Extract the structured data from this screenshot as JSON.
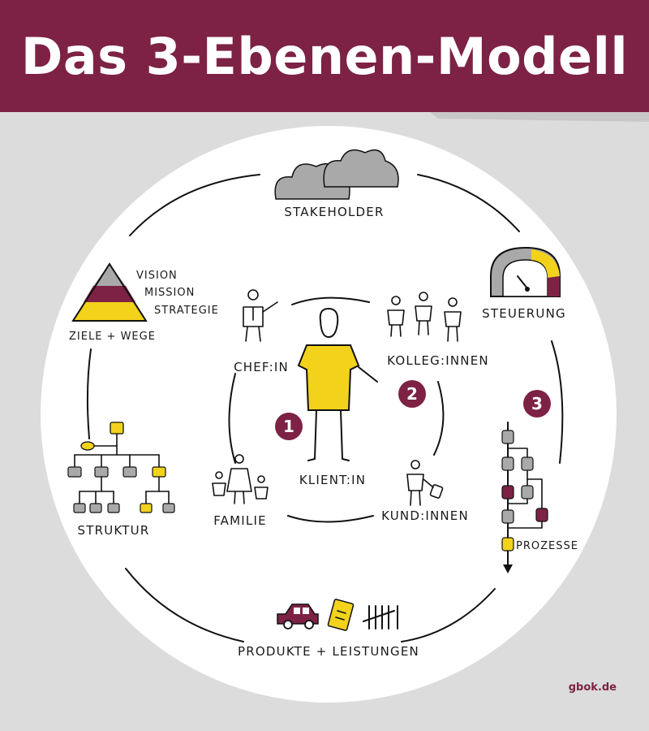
{
  "title": "Das 3-Ebenen-Modell",
  "credit": "gbok.de",
  "colors": {
    "brand": "#7d2245",
    "yellow": "#f2d21b",
    "gray": "#a9a9a9",
    "background": "#dcdcdc"
  },
  "levels": {
    "level1": {
      "number": "1",
      "labels": {
        "client": "KLIENT:IN"
      }
    },
    "level2": {
      "number": "2",
      "labels": {
        "boss": "CHEF:IN",
        "colleagues": "KOLLEG:INNEN",
        "family": "FAMILIE",
        "customers": "KUND:INNEN"
      }
    },
    "level3": {
      "number": "3",
      "labels": {
        "stakeholder": "STAKEHOLDER",
        "steering": "STEUERUNG",
        "processes": "PROZESSE",
        "products": "PRODUKTE + LEISTUNGEN",
        "structure": "STRUKTUR",
        "goals": "ZIELE + WEGE",
        "vision": "VISION",
        "mission": "MISSION",
        "strategy": "STRATEGIE"
      }
    }
  },
  "icons": {
    "clouds": "cloud-icon",
    "pyramid": "pyramid-icon",
    "gauge": "gauge-icon",
    "org_chart": "org-chart-icon",
    "process_flow": "process-flow-icon",
    "car": "car-icon",
    "card": "card-icon",
    "tally": "tally-marks-icon"
  }
}
